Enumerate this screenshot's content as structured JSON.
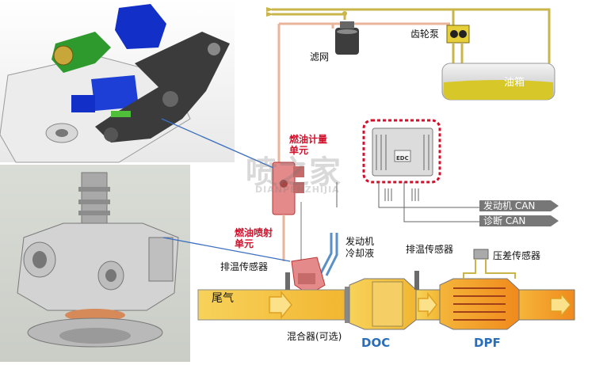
{
  "labels": {
    "filter": "滤网",
    "gear_pump": "齿轮泵",
    "fuel_tank": "油箱",
    "fuel_metering_line1": "燃油计量",
    "fuel_metering_line2": "单元",
    "fuel_injection_line1": "燃油喷射",
    "fuel_injection_line2": "单元",
    "coolant_line1": "发动机",
    "coolant_line2": "冷却液",
    "exhaust_temp_sensor_left": "排温传感器",
    "exhaust_temp_sensor_right": "排温传感器",
    "diff_pressure_sensor": "压差传感器",
    "engine_can": "发动机 CAN",
    "diagnostic_can": "诊断 CAN",
    "exhaust": "尾气",
    "mixer": "混合器(可选)",
    "doc": "DOC",
    "dpf": "DPF",
    "ecu_chip": "EDC"
  },
  "watermark": {
    "brand": "喷之家",
    "pinyin": "DIANPENZHIJIA"
  },
  "colors": {
    "fuel_line": "#c9b54a",
    "red_accent": "#d0102a",
    "doc_dpf_label": "#2a6db8",
    "ecu_border": "#d0102a",
    "exhaust_yellow": "#f2c23a"
  }
}
